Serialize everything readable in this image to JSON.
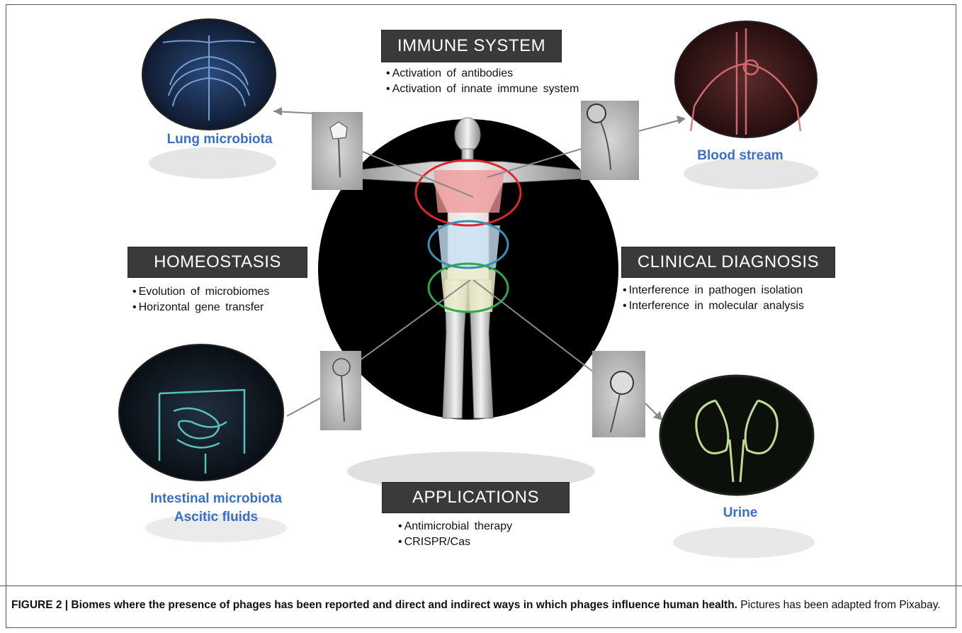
{
  "headers": {
    "immune": "IMMUNE SYSTEM",
    "homeostasis": "HOMEOSTASIS",
    "clinical": "CLINICAL DIAGNOSIS",
    "applications": "APPLICATIONS"
  },
  "immune_bullets": [
    "Activation  of antibodies",
    "Activation  of innate  immune  system"
  ],
  "homeostasis_bullets": [
    "Evolution  of microbiomes",
    "Horizontal  gene transfer"
  ],
  "clinical_bullets": [
    "Interference  in pathogen  isolation",
    "Interference  in molecular  analysis"
  ],
  "applications_bullets": [
    "Antimicrobial  therapy",
    "CRISPR/Cas"
  ],
  "sites": {
    "lung": "Lung microbiota",
    "blood": "Blood stream",
    "intestinal_1": "Intestinal microbiota",
    "intestinal_2": "Ascitic fluids",
    "urine": "Urine"
  },
  "caption": {
    "bold": "FIGURE 2 | Biomes where the presence of phages has been reported and direct and indirect ways in which phages influence human health.",
    "rest": " Pictures has been adapted from Pixabay."
  },
  "colors": {
    "site_label": "#3a6fc4",
    "header_bg": "#3a3a3a",
    "ring_immune": "#e0262b",
    "ring_homeostasis": "#3a8fb0",
    "ring_applications": "#2aa84a"
  }
}
